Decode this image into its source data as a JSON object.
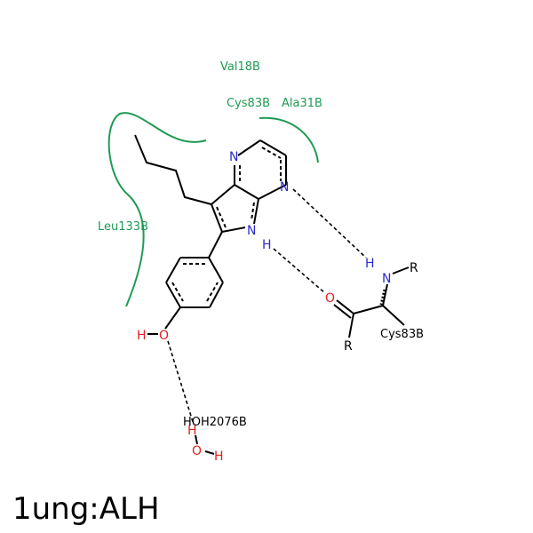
{
  "caption": "1ung:ALH",
  "residues": {
    "val18": "Val18B",
    "cys83_top": "Cys83B",
    "ala31": "Ala31B",
    "leu133": "Leu133B",
    "cys83_bottom": "Cys83B",
    "water": "HOH2076B"
  },
  "atoms": {
    "n_ring_top": "N",
    "n_ring_right": "N",
    "n_pyrrole": "N",
    "h_pyrrole": "H",
    "o_phenol": "O",
    "h_phenol": "H",
    "n_backbone": "N",
    "h_backbone": "H",
    "r_backbone_n": "R",
    "o_carbonyl": "O",
    "r_carbonyl": "R",
    "h_water_top": "H",
    "o_water": "O",
    "h_water_right": "H"
  },
  "colors": {
    "residue_arc": "#1f9a55",
    "nitrogen": "#2b2bc8",
    "oxygen": "#e02020",
    "bond": "#000000"
  }
}
